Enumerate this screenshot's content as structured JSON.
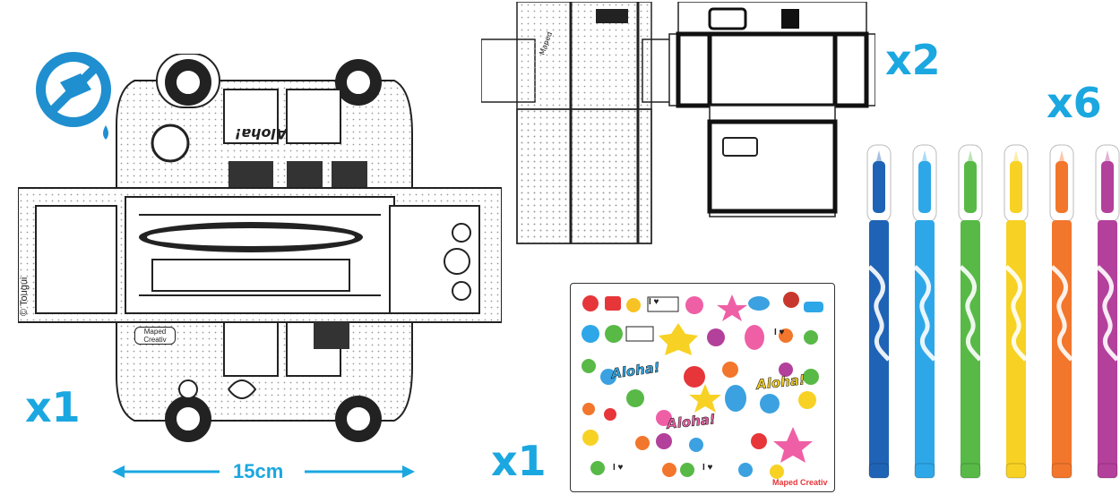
{
  "van": {
    "quantity": "x1",
    "dimension": "15cm",
    "copyright": "© Tougui",
    "brand_badge": "Maped Creativ",
    "sticker_text": "Aloha!"
  },
  "suitcase": {
    "quantity": "x2"
  },
  "sticker_sheet": {
    "quantity": "x1",
    "brand": "Maped Creativ",
    "stickers": [
      "Aloha!",
      "Aloha!",
      "Aloha!"
    ],
    "love_tags": [
      "I ♥",
      "I ♥",
      "I ♥",
      "I ♥"
    ]
  },
  "markers": {
    "quantity": "x6",
    "colors": [
      "#1f63b6",
      "#2ea7e8",
      "#58b947",
      "#f7d224",
      "#f2762c",
      "#b3409b"
    ]
  },
  "no_water_icon": "no-water-icon",
  "accent_color": "#1ba7e0"
}
